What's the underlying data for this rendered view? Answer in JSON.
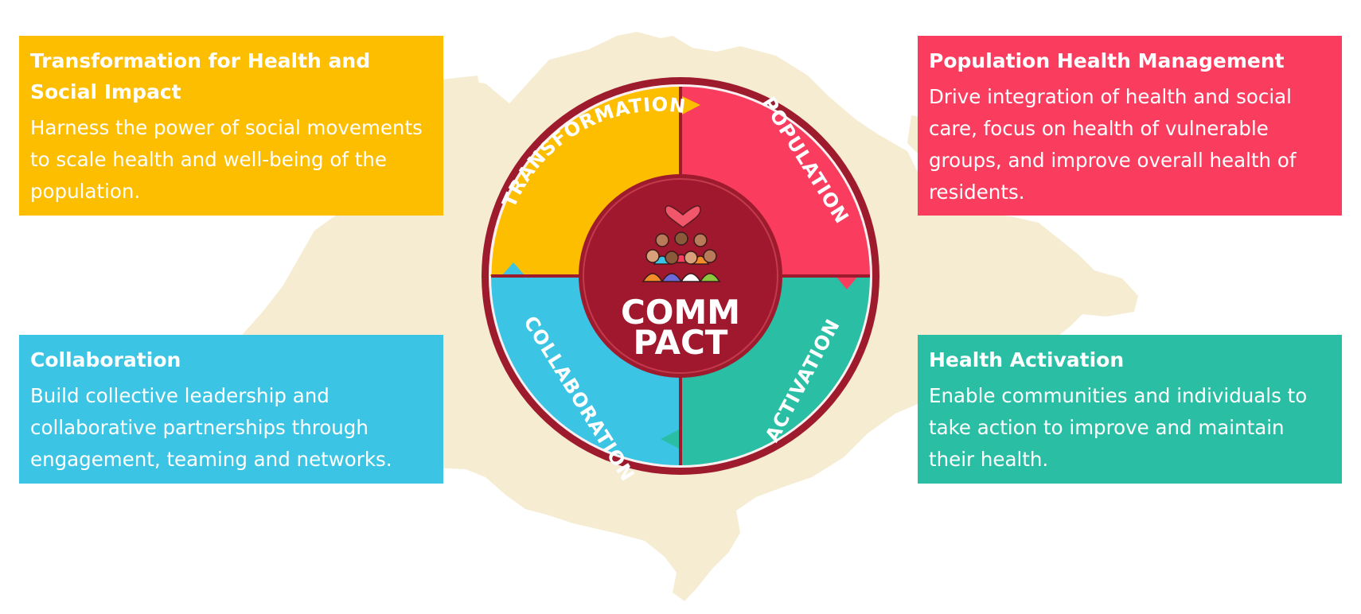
{
  "colors": {
    "transformation": "#fdbe00",
    "population": "#fa3d5f",
    "collaboration": "#3bc4e3",
    "activation": "#2abfa4",
    "ring": "#9e1b2e",
    "center": "#a0182d",
    "map": "#f5ecd2"
  },
  "center": {
    "line1": "COMM",
    "line2": "PACT",
    "icon": "community-heart-icon"
  },
  "segments": {
    "transformation": "TRANSFORMATION",
    "population": "POPULATION",
    "collaboration": "COLLABORATION",
    "activation": "ACTIVATION"
  },
  "cards": {
    "transformation": {
      "title": "Transformation for Health and Social Impact",
      "body": "Harness the power of social movements to scale health and well-being of the population."
    },
    "population": {
      "title": "Population Health Management",
      "body": "Drive integration of health and social care, focus on health of vulnerable groups, and improve overall health of residents."
    },
    "collaboration": {
      "title": "Collaboration",
      "body": "Build collective leadership and collaborative partnerships through engagement, teaming and networks."
    },
    "activation": {
      "title": "Health Activation",
      "body": "Enable communities and individuals to take action to improve and maintain their health."
    }
  }
}
